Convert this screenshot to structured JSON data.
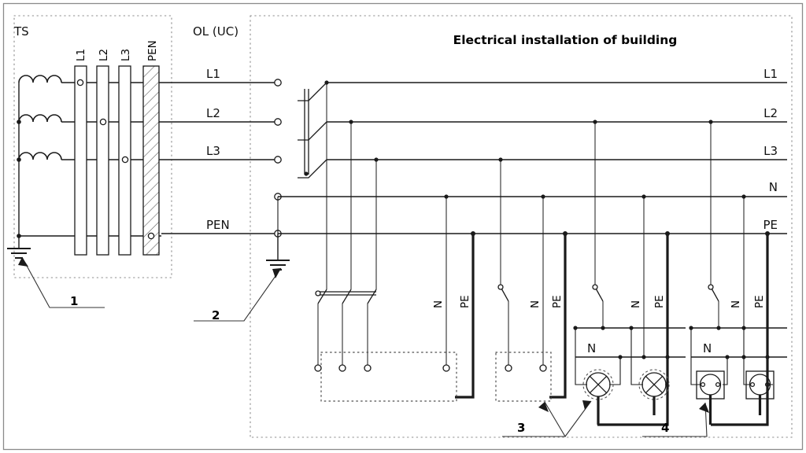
{
  "diagram": {
    "title": "Electrical installation of building",
    "sections": {
      "transformer": "TS",
      "overhead_line": "OL (UC)"
    },
    "busbars": [
      {
        "label": "L1",
        "type": "plain"
      },
      {
        "label": "L2",
        "type": "plain"
      },
      {
        "label": "L3",
        "type": "plain"
      },
      {
        "label": "PEN",
        "type": "hatched"
      }
    ],
    "line_labels_left": [
      "L1",
      "L2",
      "L3",
      "PEN"
    ],
    "line_labels_right": [
      "L1",
      "L2",
      "L3",
      "N",
      "PE"
    ],
    "callouts": [
      {
        "number": "1",
        "target": "transformer-star-point-earth"
      },
      {
        "number": "2",
        "target": "pen-additional-earth"
      },
      {
        "number": "3",
        "target": "consumer-load-and-luminaire"
      },
      {
        "number": "4",
        "target": "socket-outlet"
      }
    ],
    "circuits": [
      {
        "name": "three-phase-load",
        "breaker": "triple-pole",
        "conductor_labels": [
          "N",
          "PE"
        ],
        "load": "dotted-enclosure"
      },
      {
        "name": "single-phase-load",
        "breaker": "single-pole",
        "conductor_labels": [
          "N",
          "PE"
        ],
        "load": "dotted-enclosure"
      },
      {
        "name": "lighting-circuit",
        "breaker": "single-pole",
        "conductor_labels": [
          "N",
          "PE"
        ],
        "neutral_label": "N",
        "load": "two-luminaires"
      },
      {
        "name": "socket-circuit",
        "breaker": "single-pole",
        "conductor_labels": [
          "N",
          "PE"
        ],
        "neutral_label": "N",
        "load": "two-socket-outlets"
      }
    ],
    "icons": {
      "earth": "earth-ground-icon",
      "lamp": "luminaire-icon",
      "socket": "socket-outlet-icon",
      "breaker": "circuit-breaker-icon",
      "coil": "transformer-winding-icon"
    },
    "colors": {
      "line": "#1a1a1a",
      "background": "#ffffff",
      "dotted": "#8c8c8c",
      "frame": "#8a8a8a"
    }
  }
}
